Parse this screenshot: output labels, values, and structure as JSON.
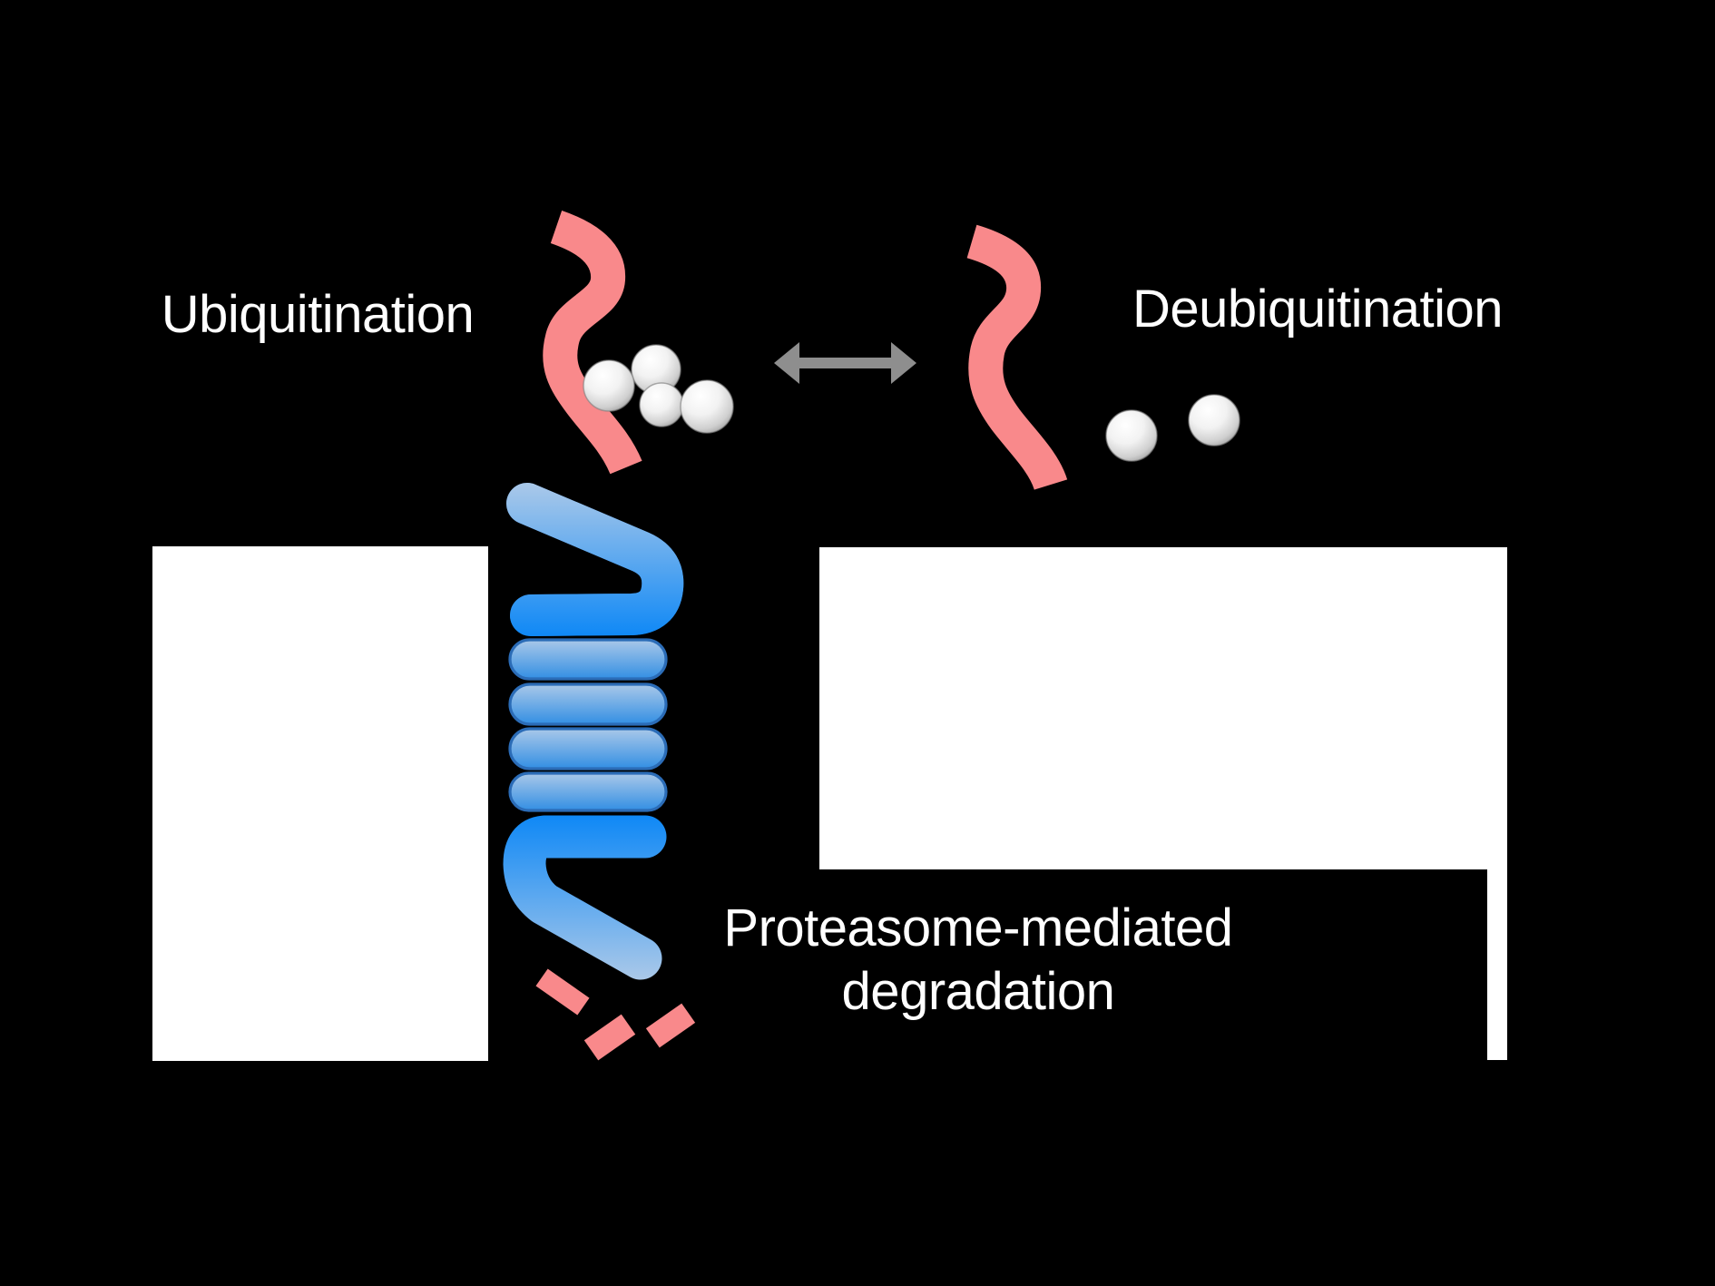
{
  "labels": {
    "left": "Ubiquitination",
    "right": "Deubiquitination",
    "bottom_line1": "Proteasome-mediated",
    "bottom_line2": "degradation"
  },
  "figure": {
    "ubiquitin_spheres_attached": 4,
    "ubiquitin_spheres_free": 2,
    "degradation_dashes": 3
  },
  "colors": {
    "background": "#000000",
    "text_white": "#FFFFFF",
    "protein_pink": "#F9898B",
    "arrow_gray": "#8E8E8E",
    "panel_white": "#FFFFFF",
    "coil_light_blue": "#A9C8E9",
    "coil_bright_blue": "#0E88F6",
    "coil_mid_blue": "#338FE3",
    "coil_outline": "#2B6CB7",
    "sphere_edge": "#9A9A9A"
  }
}
